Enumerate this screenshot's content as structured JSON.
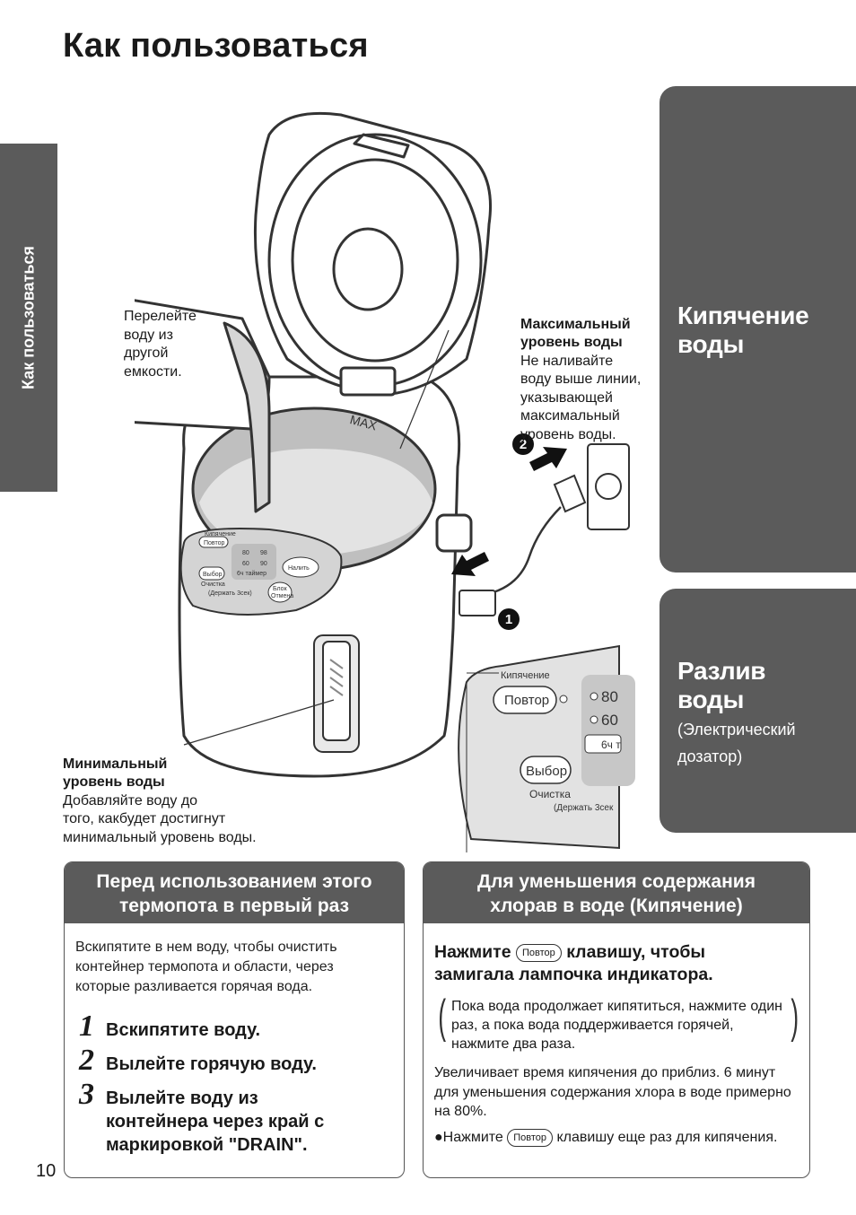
{
  "page": {
    "title": "Как пользоваться",
    "side_tab": "Как пользоваться",
    "page_number": "10"
  },
  "tabs": {
    "boil": {
      "title": "Кипячение\nводы"
    },
    "dispense": {
      "title": "Разлив\nводы",
      "subtitle": "(Электрический\n дозатор)"
    }
  },
  "callouts": {
    "pour": "Перелейте\nводу из\nдругой\nемкости.",
    "max_title": "Максимальный\nуровень воды",
    "max_text": "Не наливайте\nводу выше линии,\nуказывающей\nмаксимальный\nуровень воды.",
    "min_title": "Минимальный\nуровень воды",
    "min_text": "Добавляйте воду до\nтого, какбудет достигнут\nминимальный уровень воды."
  },
  "illustration": {
    "max_mark": "MAX",
    "panel_labels": {
      "boil": "Кипячение",
      "repeat": "Повтор",
      "select": "Выбор",
      "clean": "Очистка",
      "hold": "(Держать 3сек)",
      "dispense": "Налить",
      "lock": "Блок",
      "unlock": "Отмена",
      "t80": "80",
      "t98": "98",
      "t60": "60",
      "t90": "90",
      "timer": "6ч таймер"
    },
    "zoom_labels": {
      "boil": "Кипячение",
      "repeat": "Повтор",
      "select": "Выбор",
      "clean": "Очистка",
      "hold": "(Держать 3сек",
      "t80": "80",
      "t60": "60",
      "timer": "6ч т"
    },
    "step1": "1",
    "step2": "2"
  },
  "panel_left": {
    "heading": "Перед использованием этого\nтермопота в первый раз",
    "intro": "Вскипятите в нем воду, чтобы очистить контейнер термопота и области, через которые разливается горячая вода.",
    "steps": [
      {
        "num": "1",
        "text": "Вскипятите воду."
      },
      {
        "num": "2",
        "text": "Вылейте горячую воду."
      },
      {
        "num": "3",
        "text": "Вылейте воду из\nконтейнера через край с\nмаркировкой \"DRAIN\"."
      }
    ]
  },
  "panel_right": {
    "heading": "Для уменьшения содержания\nхлорав в воде (Кипячение)",
    "press": "Нажмите",
    "key": "Повтор",
    "press_rest": "клавишу, чтобы",
    "press_line2": "замигала лампочка индикатора.",
    "note": "Пока вода продолжает кипятиться, нажмите один раз, а пока вода поддерживается горячей, нажмите два раза.",
    "info": "Увеличивает время кипячения до приблиз. 6 минут для уменьшения содержания хлора в воде примерно на 80%.",
    "bullet_pre": "●Нажмите",
    "bullet_key": "Повтор",
    "bullet_post": "клавишу еще раз для кипячения."
  }
}
